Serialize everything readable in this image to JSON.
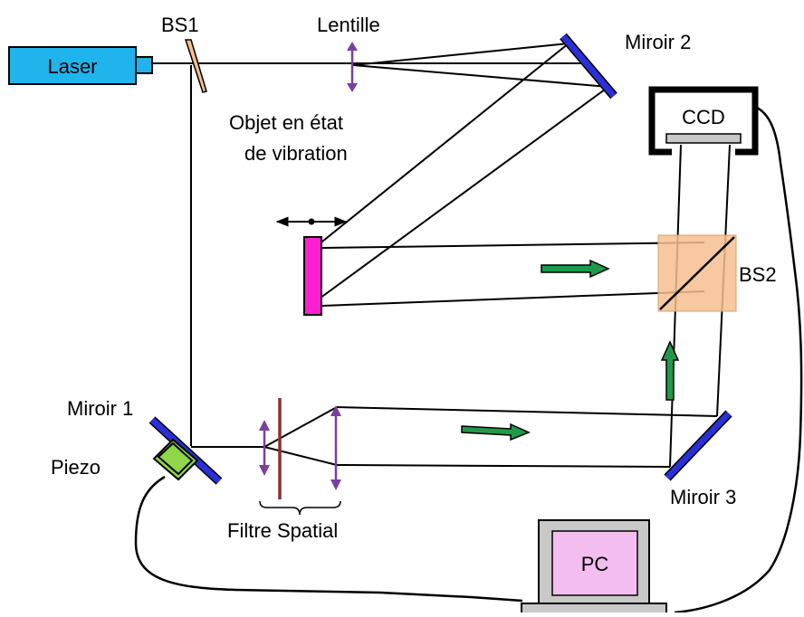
{
  "labels": {
    "laser": "Laser",
    "bs1": "BS1",
    "lentille": "Lentille",
    "miroir2": "Miroir 2",
    "ccd": "CCD",
    "objet_line1": "Objet en état",
    "objet_line2": "de vibration",
    "bs2": "BS2",
    "miroir1": "Miroir 1",
    "piezo": "Piezo",
    "miroir3": "Miroir 3",
    "filtre_spatial": "Filtre Spatial",
    "pc": "PC"
  },
  "colors": {
    "laser": "#1fb4ec",
    "beamsplitter": "#f7be8f",
    "lens": "#7a3fa0",
    "mirror": "#2b2fd6",
    "object": "#ff1fd2",
    "piezo": "#8fd648",
    "pinhole": "#8b3030",
    "arrow": "#1e9a4a",
    "pc_screen": "#f4bdf0",
    "pc_body": "#c8c8c8"
  }
}
